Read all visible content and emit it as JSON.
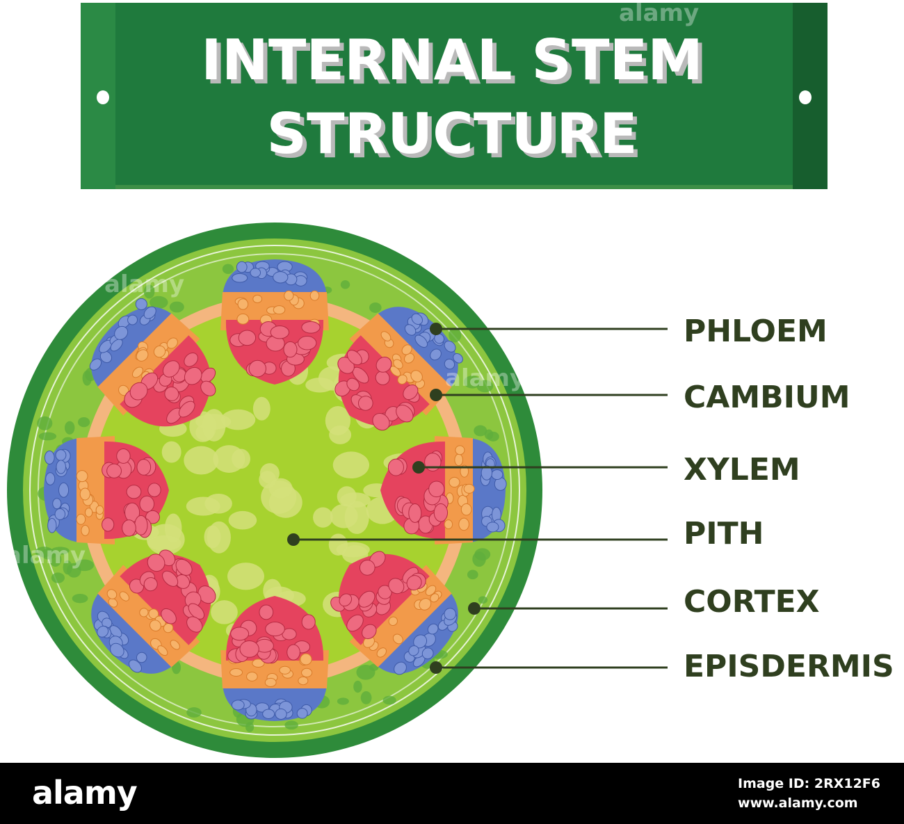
{
  "title": {
    "line1": "INTERNAL STEM",
    "line2": "STRUCTURE"
  },
  "labels": {
    "phloem": "PHLOEM",
    "cambium": "CAMBIUM",
    "xylem": "XYLEM",
    "pith": "PITH",
    "cortex": "CORTEX",
    "epidermis": "EPISDERMIS"
  },
  "watermark": "alamy",
  "footer": {
    "logo": "alamy",
    "image_id_label": "Image ID: 2RX12F6",
    "site": "www.alamy.com"
  },
  "colors": {
    "banner": "#1f7a3d",
    "epidermis": "#2e8b3a",
    "cortex": "#7fc241",
    "ring": "#f4b67f",
    "pith": "#a7d22f",
    "phloem": "#5a78c8",
    "cambium": "#f29a4a",
    "xylem": "#e5435e",
    "leader": "#2f3f1f"
  }
}
